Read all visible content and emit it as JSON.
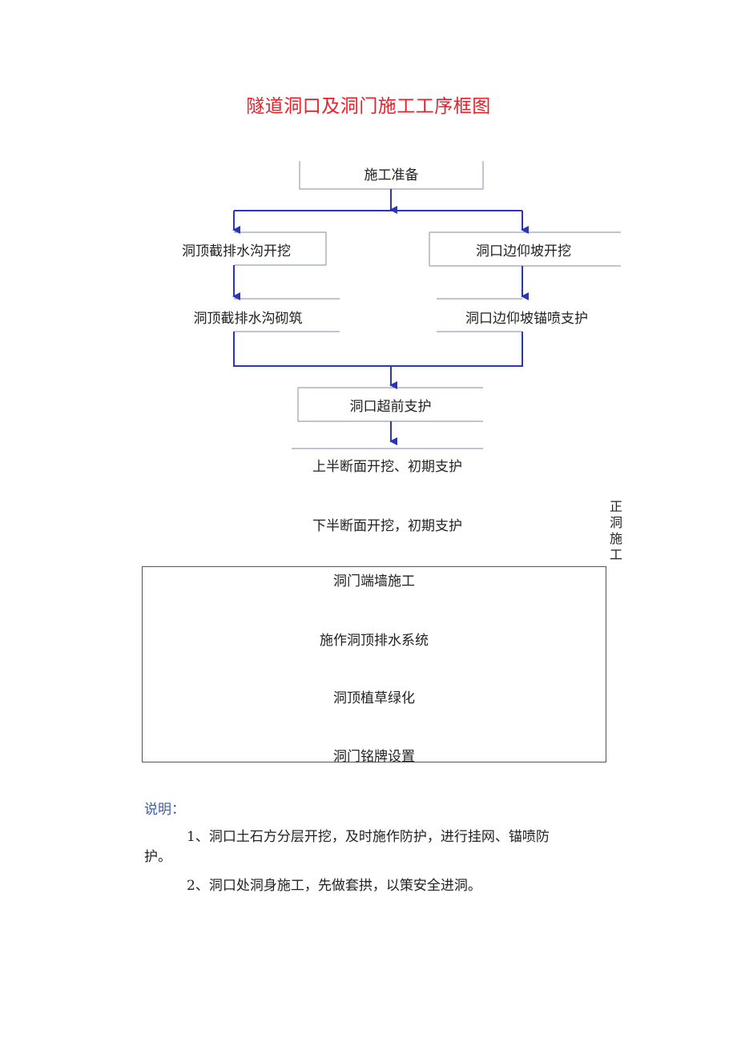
{
  "title": "隧道洞口及洞门施工工序框图",
  "nodes": {
    "prep": "施工准备",
    "drain_dig": "洞顶截排水沟开挖",
    "slope_dig": "洞口边仰坡开挖",
    "drain_masonry": "洞顶截排水沟砌筑",
    "slope_support": "洞口边仰坡锚喷支护",
    "advance_support": "洞口超前支护",
    "upper_half": "上半断面开挖、初期支护",
    "lower_half": "下半断面开挖，初期支护"
  },
  "side_label": [
    "正",
    "洞",
    "施",
    "工"
  ],
  "final_steps": [
    "洞门端墙施工",
    "施作洞顶排水系统",
    "洞顶植草绿化",
    "洞门铭牌设置"
  ],
  "notes": {
    "heading": "说明：",
    "item1_line1": "1、洞口土石方分层开挖，及时施作防护，进行挂网、锚喷防",
    "item1_line2": "护。",
    "item2": "2、洞口处洞身施工，先做套拱，以策安全进洞。"
  },
  "colors": {
    "title": "#e8202a",
    "arrow": "#2b35b8",
    "box_border": "#9aa0b8",
    "note_heading": "#3b5bb0"
  }
}
